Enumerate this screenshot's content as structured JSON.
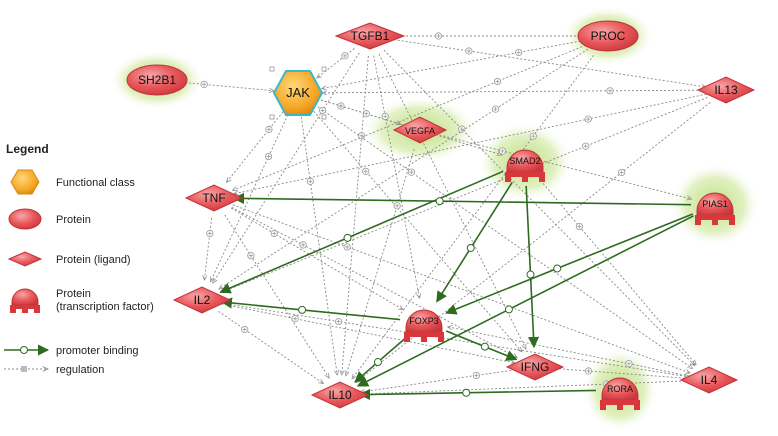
{
  "legend": {
    "title": "Legend",
    "items": [
      {
        "id": "functional-class",
        "label": "Functional class"
      },
      {
        "id": "protein",
        "label": "Protein"
      },
      {
        "id": "protein-ligand",
        "label": "Protein (ligand)"
      },
      {
        "id": "protein-tf",
        "label": "Protein\n(transcription factor)"
      }
    ],
    "edges": [
      {
        "id": "promoter-binding",
        "label": "promoter binding"
      },
      {
        "id": "regulation",
        "label": "regulation"
      }
    ]
  },
  "colors": {
    "node_fill": "#e8585b",
    "node_stroke": "#c23338",
    "jak_fill": "#f5a623",
    "jak_stroke": "#3bb8c8",
    "halo": "#b9dc7a",
    "promoter_edge": "#2e6b1f",
    "regulation_edge": "#888888"
  },
  "nodes": [
    {
      "id": "SH2B1",
      "label": "SH2B1",
      "shape": "ellipse",
      "highlight": true
    },
    {
      "id": "JAK",
      "label": "JAK",
      "shape": "hexagon",
      "highlight": false
    },
    {
      "id": "TGFB1",
      "label": "TGFB1",
      "shape": "diamond",
      "highlight": false
    },
    {
      "id": "PROC",
      "label": "PROC",
      "shape": "ellipse",
      "highlight": true
    },
    {
      "id": "IL13",
      "label": "IL13",
      "shape": "diamond",
      "highlight": false
    },
    {
      "id": "VEGFA",
      "label": "VEGFA",
      "shape": "diamond",
      "highlight": true
    },
    {
      "id": "SMAD2",
      "label": "SMAD2",
      "shape": "tf",
      "highlight": true
    },
    {
      "id": "TNF",
      "label": "TNF",
      "shape": "diamond",
      "highlight": false
    },
    {
      "id": "PIAS1",
      "label": "PIAS1",
      "shape": "tf",
      "highlight": true
    },
    {
      "id": "IL2",
      "label": "IL2",
      "shape": "diamond",
      "highlight": false
    },
    {
      "id": "FOXP3",
      "label": "FOXP3",
      "shape": "tf",
      "highlight": false
    },
    {
      "id": "IFNG",
      "label": "IFNG",
      "shape": "diamond",
      "highlight": false
    },
    {
      "id": "IL4",
      "label": "IL4",
      "shape": "diamond",
      "highlight": false
    },
    {
      "id": "IL10",
      "label": "IL10",
      "shape": "diamond",
      "highlight": false
    },
    {
      "id": "RORA",
      "label": "RORA",
      "shape": "tf",
      "highlight": true
    }
  ],
  "edges": {
    "promoter_binding": [
      [
        "SMAD2",
        "IL2"
      ],
      [
        "SMAD2",
        "FOXP3"
      ],
      [
        "SMAD2",
        "IFNG"
      ],
      [
        "PIAS1",
        "TNF"
      ],
      [
        "PIAS1",
        "FOXP3"
      ],
      [
        "PIAS1",
        "IL10"
      ],
      [
        "FOXP3",
        "IL2"
      ],
      [
        "FOXP3",
        "IFNG"
      ],
      [
        "FOXP3",
        "IL10"
      ],
      [
        "RORA",
        "IL10"
      ]
    ],
    "regulation": [
      [
        "SH2B1",
        "JAK"
      ],
      [
        "IL13",
        "JAK"
      ],
      [
        "TGFB1",
        "JAK"
      ],
      [
        "PROC",
        "JAK"
      ],
      [
        "JAK",
        "VEGFA"
      ],
      [
        "JAK",
        "SMAD2"
      ],
      [
        "JAK",
        "TNF"
      ],
      [
        "JAK",
        "IL2"
      ],
      [
        "JAK",
        "IL10"
      ],
      [
        "JAK",
        "IFNG"
      ],
      [
        "JAK",
        "IL4"
      ],
      [
        "TGFB1",
        "PROC"
      ],
      [
        "TGFB1",
        "IL13"
      ],
      [
        "TGFB1",
        "IL2"
      ],
      [
        "TGFB1",
        "IL10"
      ],
      [
        "TGFB1",
        "IFNG"
      ],
      [
        "TGFB1",
        "FOXP3"
      ],
      [
        "TGFB1",
        "IL4"
      ],
      [
        "PROC",
        "TNF"
      ],
      [
        "PROC",
        "IL2"
      ],
      [
        "PROC",
        "IL10"
      ],
      [
        "IL13",
        "TNF"
      ],
      [
        "IL13",
        "IL2"
      ],
      [
        "IL13",
        "IL10"
      ],
      [
        "VEGFA",
        "PIAS1"
      ],
      [
        "VEGFA",
        "IL10"
      ],
      [
        "TNF",
        "IL2"
      ],
      [
        "TNF",
        "IL10"
      ],
      [
        "TNF",
        "IFNG"
      ],
      [
        "TNF",
        "IL4"
      ],
      [
        "TNF",
        "FOXP3"
      ],
      [
        "IL2",
        "IFNG"
      ],
      [
        "IL2",
        "IL4"
      ],
      [
        "IL2",
        "IL10"
      ],
      [
        "IFNG",
        "IL10"
      ],
      [
        "IFNG",
        "IL4"
      ],
      [
        "IL4",
        "IL10"
      ],
      [
        "IL4",
        "FOXP3"
      ],
      [
        "SMAD2",
        "IL4"
      ]
    ]
  }
}
